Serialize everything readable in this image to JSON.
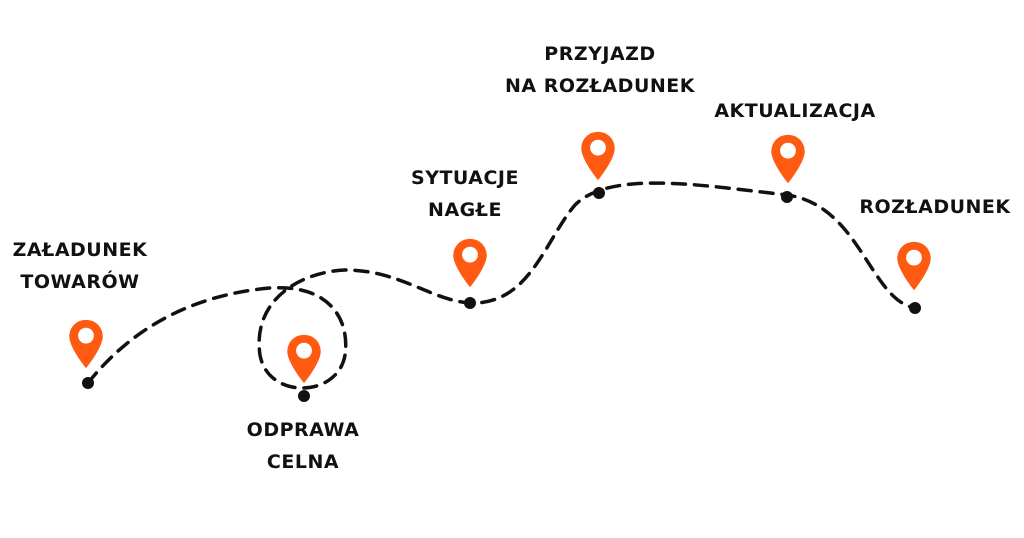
{
  "colors": {
    "pin": "#ff5a12",
    "pin_inner": "#ffffff",
    "route": "#111111",
    "text": "#111111"
  },
  "stops": [
    {
      "id": "zaladunek",
      "lines": [
        "ZAŁADUNEK",
        "TOWARÓW"
      ],
      "icon": "map-pin-icon"
    },
    {
      "id": "odprawa",
      "lines": [
        "ODPRAWA",
        "CELNA"
      ],
      "icon": "map-pin-icon"
    },
    {
      "id": "sytuacje",
      "lines": [
        "SYTUACJE",
        "NAGŁE"
      ],
      "icon": "map-pin-icon"
    },
    {
      "id": "przyjazd",
      "lines": [
        "PRZYJAZD",
        "NA ROZŁADUNEK"
      ],
      "icon": "map-pin-icon"
    },
    {
      "id": "aktualizacja",
      "lines": [
        "AKTUALIZACJA"
      ],
      "icon": "map-pin-icon"
    },
    {
      "id": "rozladunek",
      "lines": [
        "ROZŁADUNEK"
      ],
      "icon": "map-pin-icon"
    }
  ]
}
